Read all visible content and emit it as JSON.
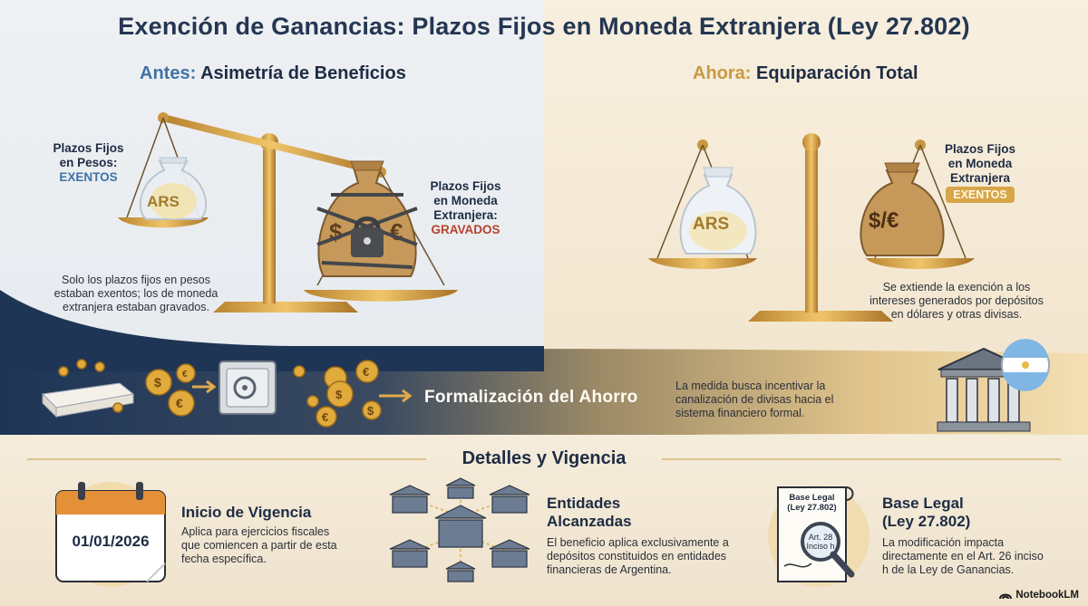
{
  "title": "Exención de Ganancias: Plazos Fijos en Moneda Extranjera (Ley 27.802)",
  "before": {
    "head_prefix": "Antes:",
    "head_text": "Asimetría de Beneficios",
    "left_label_line1": "Plazos Fijos",
    "left_label_line2": "en Pesos:",
    "left_tag": "EXENTOS",
    "left_bag": "ARS",
    "right_label_line1": "Plazos Fijos",
    "right_label_line2": "en Moneda",
    "right_label_line3": "Extranjera:",
    "right_tag": "GRAVADOS",
    "desc_line1": "Solo los plazos fijos en pesos",
    "desc_line2": "estaban exentos; los de moneda",
    "desc_line3": "extranjera estaban gravados."
  },
  "now": {
    "head_prefix": "Ahora:",
    "head_text": "Equiparación Total",
    "left_bag": "ARS",
    "right_bag": "$/€",
    "label_line1": "Plazos Fijos",
    "label_line2": "en Moneda",
    "label_line3": "Extranjera",
    "tag": "EXENTOS",
    "desc_line1": "Se extiende la exención a los",
    "desc_line2": "intereses generados por depósitos",
    "desc_line3": "en dólares y otras divisas."
  },
  "formalization": {
    "title": "Formalización del Ahorro",
    "desc_line1": "La medida busca incentivar la",
    "desc_line2": "canalización de divisas hacia el",
    "desc_line3": "sistema financiero formal."
  },
  "details": {
    "title": "Detalles y Vigencia",
    "cards": [
      {
        "title_line1": "Inicio de Vigencia",
        "title_line2": "",
        "calendar_date": "01/01/2026",
        "text_line1": "Aplica para ejercicios fiscales",
        "text_line2": "que comiencen a partir de esta",
        "text_line3": "fecha específica."
      },
      {
        "title_line1": "Entidades",
        "title_line2": "Alcanzadas",
        "text_line1": "El beneficio aplica exclusivamente a",
        "text_line2": "depósitos constituidos en entidades",
        "text_line3": "financieras de Argentina."
      },
      {
        "title_line1": "Base Legal",
        "title_line2": "(Ley 27.802)",
        "doc_head1": "Base Legal",
        "doc_head2": "(Ley 27.802)",
        "doc_art1": "Art. 28",
        "doc_art2": "Inciso h",
        "text_line1": "La modificación impacta",
        "text_line2": "directamente en el Art. 26 inciso",
        "text_line3": "h de la Ley de Ganancias."
      }
    ]
  },
  "brand": "NotebookLM",
  "colors": {
    "navy": "#1f3555",
    "gold": "#d7a446",
    "blue_accent": "#3e73a8",
    "red_accent": "#b5432b"
  },
  "icons": [
    "scale-icon",
    "money-bag-icon",
    "lock-icon",
    "chain-icon",
    "coin-icon",
    "mattress-icon",
    "safe-icon",
    "arrow-icon",
    "bank-icon",
    "argentina-flag-icon",
    "calendar-icon",
    "document-icon",
    "magnifier-icon",
    "notebooklm-logo-icon"
  ]
}
